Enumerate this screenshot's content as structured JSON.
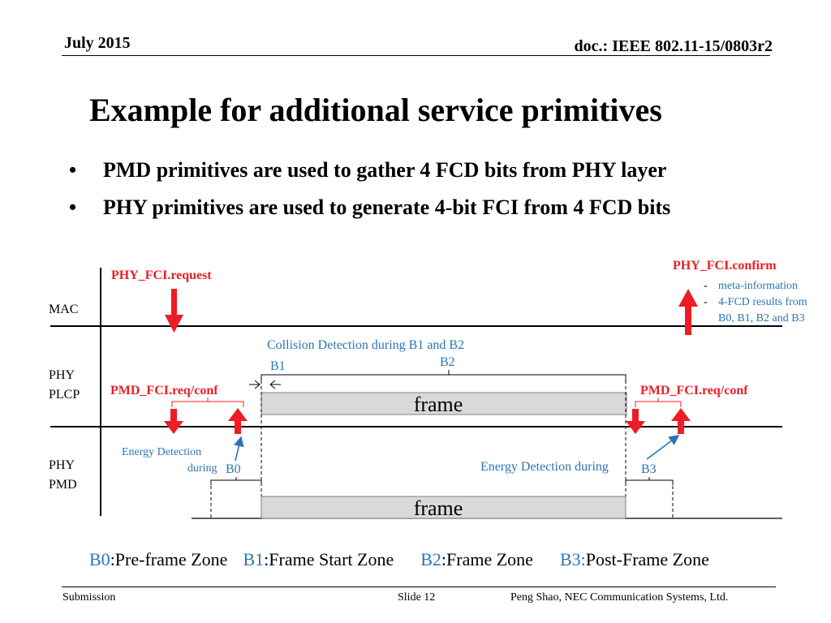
{
  "header": {
    "date": "July 2015",
    "doc": "doc.: IEEE 802.11-15/0803r2"
  },
  "title": "Example for additional service primitives",
  "bullets": [
    "PMD primitives are used to gather 4 FCD bits from PHY layer",
    "PHY primitives are used to generate 4-bit FCI from 4 FCD bits"
  ],
  "diagram": {
    "layers": {
      "mac": "MAC",
      "plcp_1": "PHY",
      "plcp_2": "PLCP",
      "pmd_1": "PHY",
      "pmd_2": "PMD"
    },
    "phy_fci_request": "PHY_FCI.request",
    "phy_fci_confirm": "PHY_FCI.confirm",
    "confirm_notes": [
      "meta-information",
      "4-FCD results from",
      "B0, B1, B2 and B3"
    ],
    "confirm_dash": "-",
    "collision_note": "Collision Detection during B1 and B2",
    "b1": "B1",
    "b2": "B2",
    "pmd_req_conf_left": "PMD_FCI.req/conf",
    "pmd_req_conf_right": "PMD_FCI.req/conf",
    "frame": "frame",
    "energy_b0_line1": "Energy Detection",
    "energy_b0_line2": "during",
    "b0": "B0",
    "energy_b3": "Energy Detection during",
    "b3": "B3",
    "colors": {
      "accent_red": "#ee1c25",
      "note_blue": "#2e74b5",
      "frame_gray": "#d9d9d9"
    }
  },
  "legend": {
    "b0_key": "B0",
    "b0_text": ":Pre-frame Zone",
    "b1_key": "B1",
    "b1_text": ":Frame Start Zone",
    "b2_key": "B2",
    "b2_text": ":Frame Zone",
    "b3_key": "B3:",
    "b3_text": "Post-Frame Zone"
  },
  "footer": {
    "left": "Submission",
    "center": "Slide 12",
    "right": "Peng Shao, NEC Communication Systems, Ltd."
  }
}
